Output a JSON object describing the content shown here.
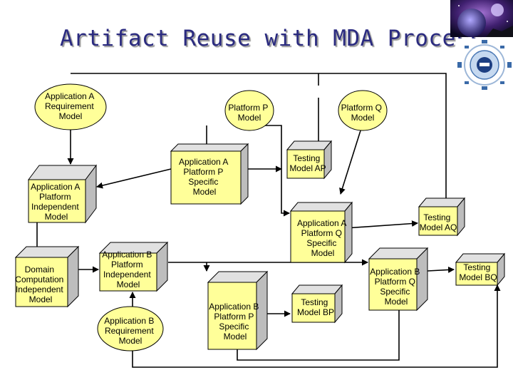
{
  "title": "Artifact Reuse with MDA Process",
  "nodes": {
    "app_a_req": [
      "Application  A",
      "Requirement",
      "Model"
    ],
    "platform_p": [
      "Platform P",
      "Model"
    ],
    "platform_q": [
      "Platform Q",
      "Model"
    ],
    "app_a_psm_p": [
      "Application A",
      "Platform P",
      "Specific",
      "Model"
    ],
    "testing_ap": [
      "Testing",
      "Model AP"
    ],
    "app_a_pim": [
      "Application A",
      "Platform",
      "Independent",
      "Model"
    ],
    "testing_aq": [
      "Testing",
      "Model AQ"
    ],
    "app_a_psm_q": [
      "Application A",
      "Platform Q",
      "Specific",
      "Model"
    ],
    "domain_cim": [
      "Domain",
      "Computation",
      "Independent",
      "Model"
    ],
    "app_b_pim": [
      "Application B",
      "Platform",
      "Independent",
      "Model"
    ],
    "testing_bq": [
      "Testing",
      "Model BQ"
    ],
    "app_b_psm_q": [
      "Application B",
      "Platform Q",
      "Specific",
      "Model"
    ],
    "testing_bp": [
      "Testing",
      "Model BP"
    ],
    "app_b_psm_p": [
      "Application B",
      "Platform P",
      "Specific",
      "Model"
    ],
    "app_b_req": [
      "Application  B",
      "Requirement",
      "Model"
    ]
  }
}
